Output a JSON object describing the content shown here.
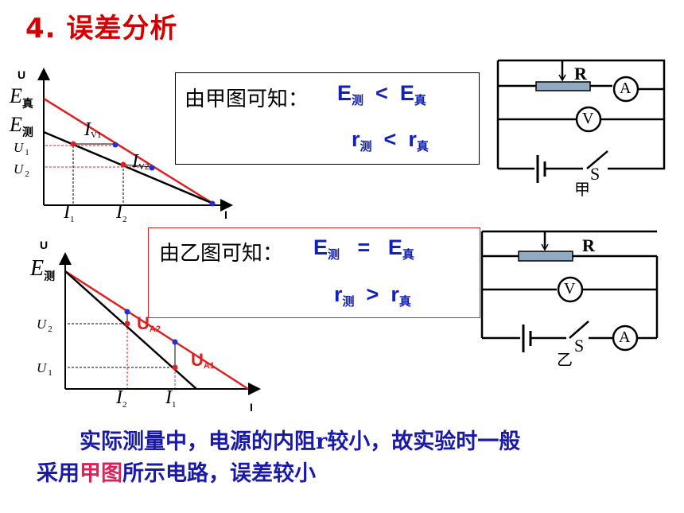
{
  "title": "4. 误差分析",
  "panel_a": {
    "conclusion_prefix": "由甲图可知：",
    "e_line": {
      "E": "E",
      "meas_sub": "测",
      "op": "<",
      "true_sub": "真"
    },
    "r_line": {
      "r": "r",
      "meas_sub": "测",
      "op": "<",
      "true_sub": "真"
    },
    "axis_u": "U",
    "axis_i": "I",
    "e_true": "E",
    "e_true_sub": "真",
    "e_meas": "E",
    "e_meas_sub": "测",
    "u1": "U",
    "u1_sub": "1",
    "u2": "U",
    "u2_sub": "2",
    "i1": "I",
    "i1_sub": "1",
    "i2": "I",
    "i2_sub": "2",
    "iv1": "I",
    "iv1_sub": "V1",
    "iv2": "I",
    "iv2_sub": "V2"
  },
  "panel_b": {
    "conclusion_prefix": "由乙图可知：",
    "e_line": {
      "E": "E",
      "meas_sub": "测",
      "op": "=",
      "true_sub": "真"
    },
    "r_line": {
      "r": "r",
      "meas_sub": "测",
      "op": ">",
      "true_sub": "真"
    },
    "axis_u": "U",
    "axis_i": "I",
    "e_meas": "E",
    "e_meas_sub": "测",
    "u1": "U",
    "u1_sub": "1",
    "u2": "U",
    "u2_sub": "2",
    "i1": "I",
    "i1_sub": "1",
    "i2": "I",
    "i2_sub": "2",
    "ua1": "U",
    "ua1_sub": "A1",
    "ua2": "U",
    "ua2_sub": "A2"
  },
  "circuit_a": {
    "r_label": "R",
    "ammeter": "A",
    "voltmeter": "V",
    "switch": "S",
    "caption": "甲"
  },
  "circuit_b": {
    "r_label": "R",
    "ammeter": "A",
    "voltmeter": "V",
    "switch": "S",
    "caption": "乙"
  },
  "bottom": {
    "line1": "实际测量中，电源的内阻r较小，故实验时一般",
    "line2_a": "采用",
    "line2_hl": "甲图",
    "line2_b": "所示电路，误差较小"
  },
  "colors": {
    "title": "#d40000",
    "red_line": "#e02020",
    "blue": "#1020c0",
    "highlight": "#e0205a",
    "bottom_text": "#1a1aa8"
  }
}
